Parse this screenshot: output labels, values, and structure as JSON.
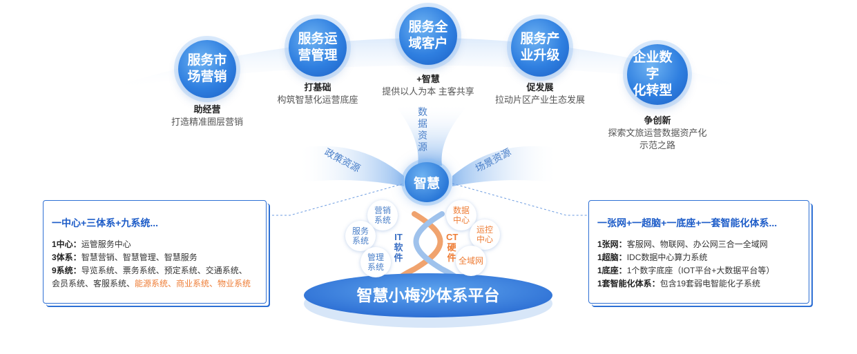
{
  "services": [
    {
      "name_line1": "服务市",
      "name_line2": "场营销",
      "title": "助经营",
      "desc": [
        "打造精准圈层营销"
      ]
    },
    {
      "name_line1": "服务运",
      "name_line2": "营管理",
      "title": "打基础",
      "desc": [
        "构筑智慧化运营底座"
      ]
    },
    {
      "name_line1": "服务全",
      "name_line2": "域客户",
      "title": "+智慧",
      "desc": [
        "提供以人为本 主客共享"
      ]
    },
    {
      "name_line1": "服务产",
      "name_line2": "业升级",
      "title": "促发展",
      "desc": [
        "拉动片区产业生态发展"
      ]
    },
    {
      "name_line1": "企业数字",
      "name_line2": "化转型",
      "title": "争创新",
      "desc": [
        "探索文旅运营数据资产化",
        "示范之路"
      ]
    }
  ],
  "flows": {
    "left": "政策资源",
    "center": "数据资源",
    "right": "场景资源"
  },
  "hub": "智慧",
  "it": {
    "label": "IT软件",
    "items": [
      "营销系统",
      "服务系统",
      "管理系统"
    ]
  },
  "ct": {
    "label": "CT硬件",
    "items": [
      "数据中心",
      "运控中心",
      "全域网"
    ]
  },
  "platform": "智慧小梅沙体系平台",
  "left_panel": {
    "title": "一中心+三体系+九系统...",
    "lines": [
      {
        "key": "1中心：",
        "text": "运管服务中心"
      },
      {
        "key": "3体系：",
        "text": "智慧营销、智慧管理、智慧服务"
      },
      {
        "key": "9系统：",
        "text": "导览系统、票务系统、预定系统、交通系统、"
      }
    ],
    "last_line_plain": "会员系统、客服系统、",
    "last_line_highlight": "能源系统、商业系统、物业系统"
  },
  "right_panel": {
    "title": "一张网+一超脑+一底座+一套智能化体系...",
    "lines": [
      {
        "key": "1张网：",
        "text": "客服网、物联网、办公网三合一全域网"
      },
      {
        "key": "1超脑：",
        "text": "IDC数据中心算力系统"
      },
      {
        "key": "1底座：",
        "text": "1个数字底座（IOT平台+大数据平台等）"
      },
      {
        "key": "1套智能化体系：",
        "text": "包含19套弱电智能化子系统"
      }
    ]
  },
  "colors": {
    "primary": "#2f7fe0",
    "accent": "#ee7d36",
    "panel_border": "#2d6fd4"
  }
}
